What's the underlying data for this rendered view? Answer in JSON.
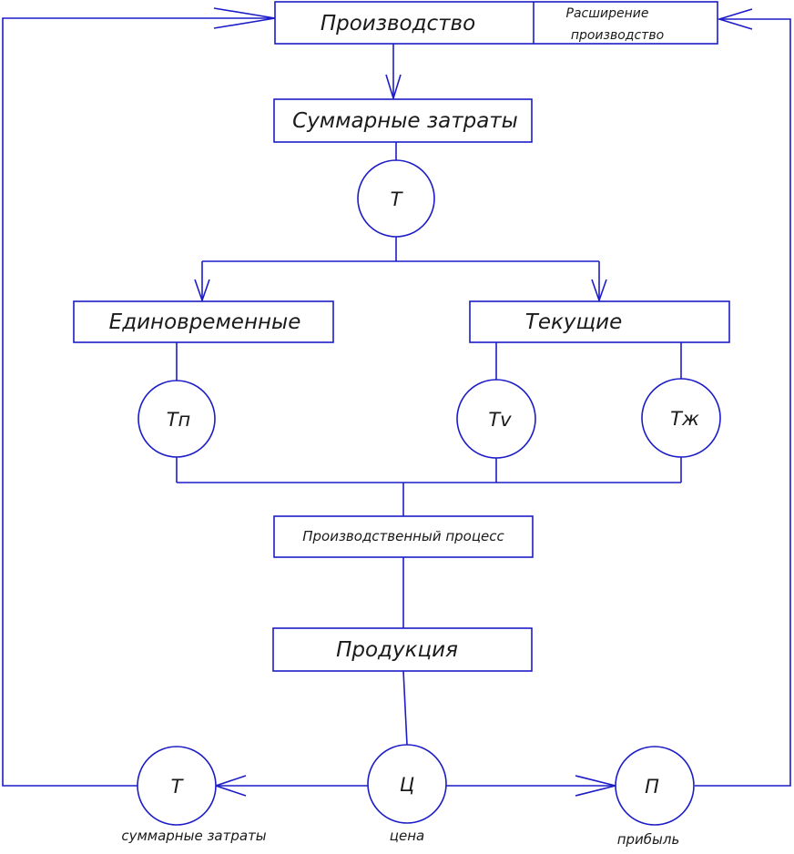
{
  "colors": {
    "line": "#1c1cc8",
    "text": "#1a1a1a",
    "background": "#ffffff"
  },
  "boxes": {
    "production": "Производство",
    "expansion_line1": "Расширение",
    "expansion_line2": "производство",
    "total_costs": "Суммарные затраты",
    "one_time": "Единовременные",
    "current": "Текущие",
    "process": "Производственный процесс",
    "output": "Продукция"
  },
  "circles": {
    "t_top": "Т",
    "tp": "Тп",
    "tv": "Тv",
    "tzh": "Тж",
    "t_bottom": "Т",
    "price": "Ц",
    "profit": "П"
  },
  "captions": {
    "total_costs": "суммарные затраты",
    "price": "цена",
    "profit": "прибыль"
  }
}
